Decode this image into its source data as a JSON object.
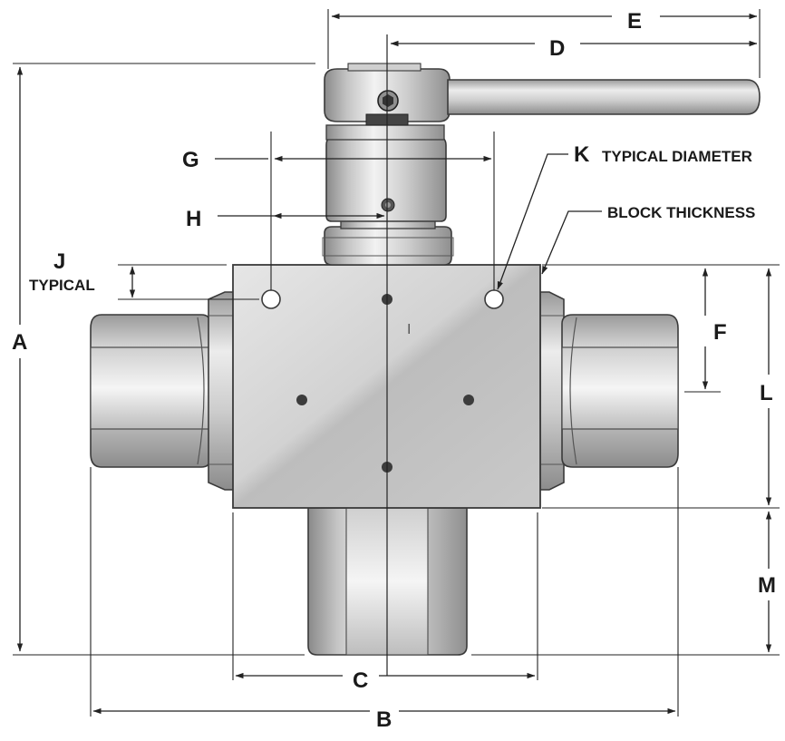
{
  "labels": {
    "A": "A",
    "B": "B",
    "C": "C",
    "D": "D",
    "E": "E",
    "F": "F",
    "G": "G",
    "H": "H",
    "J": "J",
    "K": "K",
    "L": "L",
    "M": "M"
  },
  "notes": {
    "j_typical": "TYPICAL",
    "k_typical_diameter": "TYPICAL DIAMETER",
    "block_thickness": "BLOCK THICKNESS",
    "body_marking": "I"
  }
}
